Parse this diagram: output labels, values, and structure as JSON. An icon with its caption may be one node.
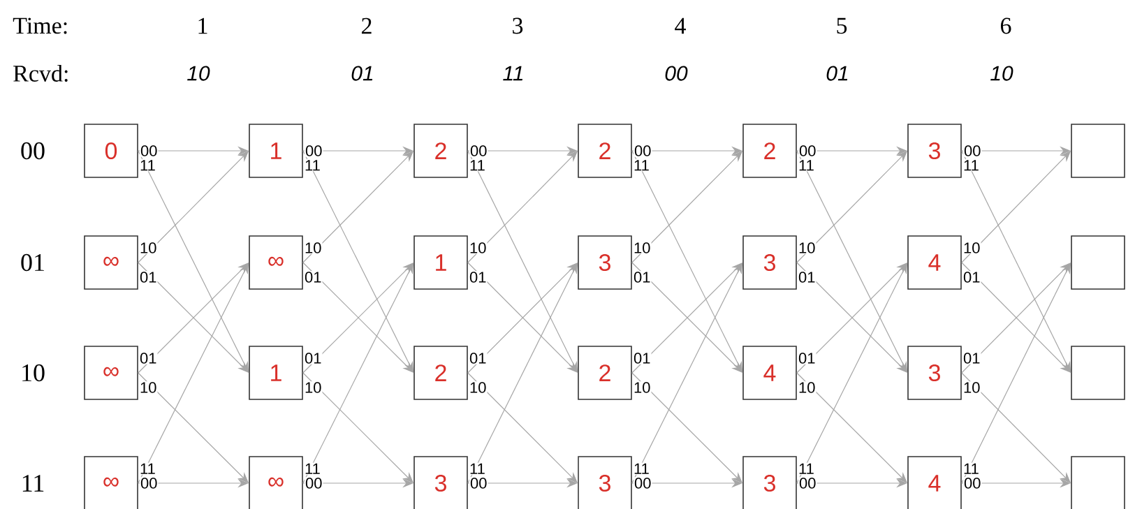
{
  "diagram": {
    "nodes": [
      {
        "text": [
          "0"
        ]
      },
      {
        "text": [
          "1"
        ]
      },
      {
        "text": [
          "2"
        ]
      },
      {
        "text": [
          "2"
        ]
      },
      {
        "text": [
          "2"
        ]
      },
      {
        "text": [
          "3"
        ]
      },
      {
        "text": [],
        "shape": "box"
      },
      {
        "text": [
          "∞"
        ]
      },
      {
        "text": [
          "∞"
        ]
      },
      {
        "text": [
          "1"
        ]
      },
      {
        "text": [
          "3"
        ]
      },
      {
        "text": [
          "3"
        ]
      },
      {
        "text": [
          "4"
        ]
      },
      {
        "text": [],
        "shape": "box"
      },
      {
        "text": [
          "∞"
        ]
      },
      {
        "text": [
          "1"
        ]
      },
      {
        "text": [
          "2"
        ]
      },
      {
        "text": [
          "2"
        ]
      },
      {
        "text": [
          "4"
        ]
      },
      {
        "text": [
          "3"
        ]
      },
      {
        "text": [],
        "shape": "box"
      },
      {
        "text": [
          "∞"
        ]
      },
      {
        "text": [
          "∞"
        ]
      },
      {
        "text": [
          "3"
        ]
      },
      {
        "text": [
          "3"
        ]
      },
      {
        "text": [
          "3"
        ]
      },
      {
        "text": [
          "4"
        ]
      },
      {
        "text": [],
        "shape": "box"
      }
    ],
    "edges": [
      {
        "from": 0,
        "to": 1,
        "arrow": "to",
        "label": "00"
      },
      {
        "from": 0,
        "to": 15,
        "arrow": "to",
        "label": "11"
      },
      {
        "from": 7,
        "to": 1,
        "arrow": "to",
        "label": "10"
      },
      {
        "from": 7,
        "to": 15,
        "arrow": "to",
        "label": "01"
      },
      {
        "from": 14,
        "to": 8,
        "arrow": "to",
        "label": "01"
      },
      {
        "from": 14,
        "to": 22,
        "arrow": "to",
        "label": "10"
      },
      {
        "from": 21,
        "to": 8,
        "arrow": "to",
        "label": "11"
      },
      {
        "from": 21,
        "to": 22,
        "arrow": "to",
        "label": "00"
      },
      {
        "from": 1,
        "to": 2,
        "arrow": "to",
        "label": "00"
      },
      {
        "from": 1,
        "to": 16,
        "arrow": "to",
        "label": "11"
      },
      {
        "from": 8,
        "to": 2,
        "arrow": "to",
        "label": "10"
      },
      {
        "from": 8,
        "to": 16,
        "arrow": "to",
        "label": "01"
      },
      {
        "from": 15,
        "to": 9,
        "arrow": "to",
        "label": "01"
      },
      {
        "from": 15,
        "to": 23,
        "arrow": "to",
        "label": "10"
      },
      {
        "from": 22,
        "to": 9,
        "arrow": "to",
        "label": "11"
      },
      {
        "from": 22,
        "to": 23,
        "arrow": "to",
        "label": "00"
      },
      {
        "from": 2,
        "to": 3,
        "arrow": "to",
        "label": "00"
      },
      {
        "from": 2,
        "to": 17,
        "arrow": "to",
        "label": "11"
      },
      {
        "from": 9,
        "to": 3,
        "arrow": "to",
        "label": "10"
      },
      {
        "from": 9,
        "to": 17,
        "arrow": "to",
        "label": "01"
      },
      {
        "from": 16,
        "to": 10,
        "arrow": "to",
        "label": "01"
      },
      {
        "from": 16,
        "to": 24,
        "arrow": "to",
        "label": "10"
      },
      {
        "from": 23,
        "to": 10,
        "arrow": "to",
        "label": "11"
      },
      {
        "from": 23,
        "to": 24,
        "arrow": "to",
        "label": "00"
      },
      {
        "from": 3,
        "to": 4,
        "arrow": "to",
        "label": "00"
      },
      {
        "from": 3,
        "to": 18,
        "arrow": "to",
        "label": "11"
      },
      {
        "from": 10,
        "to": 4,
        "arrow": "to",
        "label": "10"
      },
      {
        "from": 10,
        "to": 18,
        "arrow": "to",
        "label": "01"
      },
      {
        "from": 17,
        "to": 11,
        "arrow": "to",
        "label": "01"
      },
      {
        "from": 17,
        "to": 25,
        "arrow": "to",
        "label": "10"
      },
      {
        "from": 24,
        "to": 11,
        "arrow": "to",
        "label": "11"
      },
      {
        "from": 24,
        "to": 25,
        "arrow": "to",
        "label": "00"
      },
      {
        "from": 4,
        "to": 5,
        "arrow": "to",
        "label": "00"
      },
      {
        "from": 4,
        "to": 19,
        "arrow": "to",
        "label": "11"
      },
      {
        "from": 11,
        "to": 5,
        "arrow": "to",
        "label": "10"
      },
      {
        "from": 11,
        "to": 19,
        "arrow": "to",
        "label": "01"
      },
      {
        "from": 18,
        "to": 12,
        "arrow": "to",
        "label": "01"
      },
      {
        "from": 18,
        "to": 26,
        "arrow": "to",
        "label": "10"
      },
      {
        "from": 25,
        "to": 12,
        "arrow": "to",
        "label": "11"
      },
      {
        "from": 25,
        "to": 26,
        "arrow": "to",
        "label": "00"
      },
      {
        "from": 5,
        "to": 6,
        "arrow": "to",
        "label": "00"
      },
      {
        "from": 5,
        "to": 20,
        "arrow": "to",
        "label": "11"
      },
      {
        "from": 12,
        "to": 6,
        "arrow": "to",
        "label": "10"
      },
      {
        "from": 12,
        "to": 20,
        "arrow": "to",
        "label": "01"
      },
      {
        "from": 19,
        "to": 13,
        "arrow": "to",
        "label": "01"
      },
      {
        "from": 19,
        "to": 27,
        "arrow": "to",
        "label": "10"
      },
      {
        "from": 26,
        "to": 13,
        "arrow": "to",
        "label": "11"
      },
      {
        "from": 26,
        "to": 27,
        "arrow": "to",
        "label": "00"
      }
    ],
    "labels": [
      "Time:",
      "1",
      "2",
      "3",
      "4",
      "5",
      "6",
      "Rcvd:",
      "10",
      "01",
      "11",
      "00",
      "01",
      "10",
      "00",
      "01",
      "10",
      "11"
    ]
  }
}
